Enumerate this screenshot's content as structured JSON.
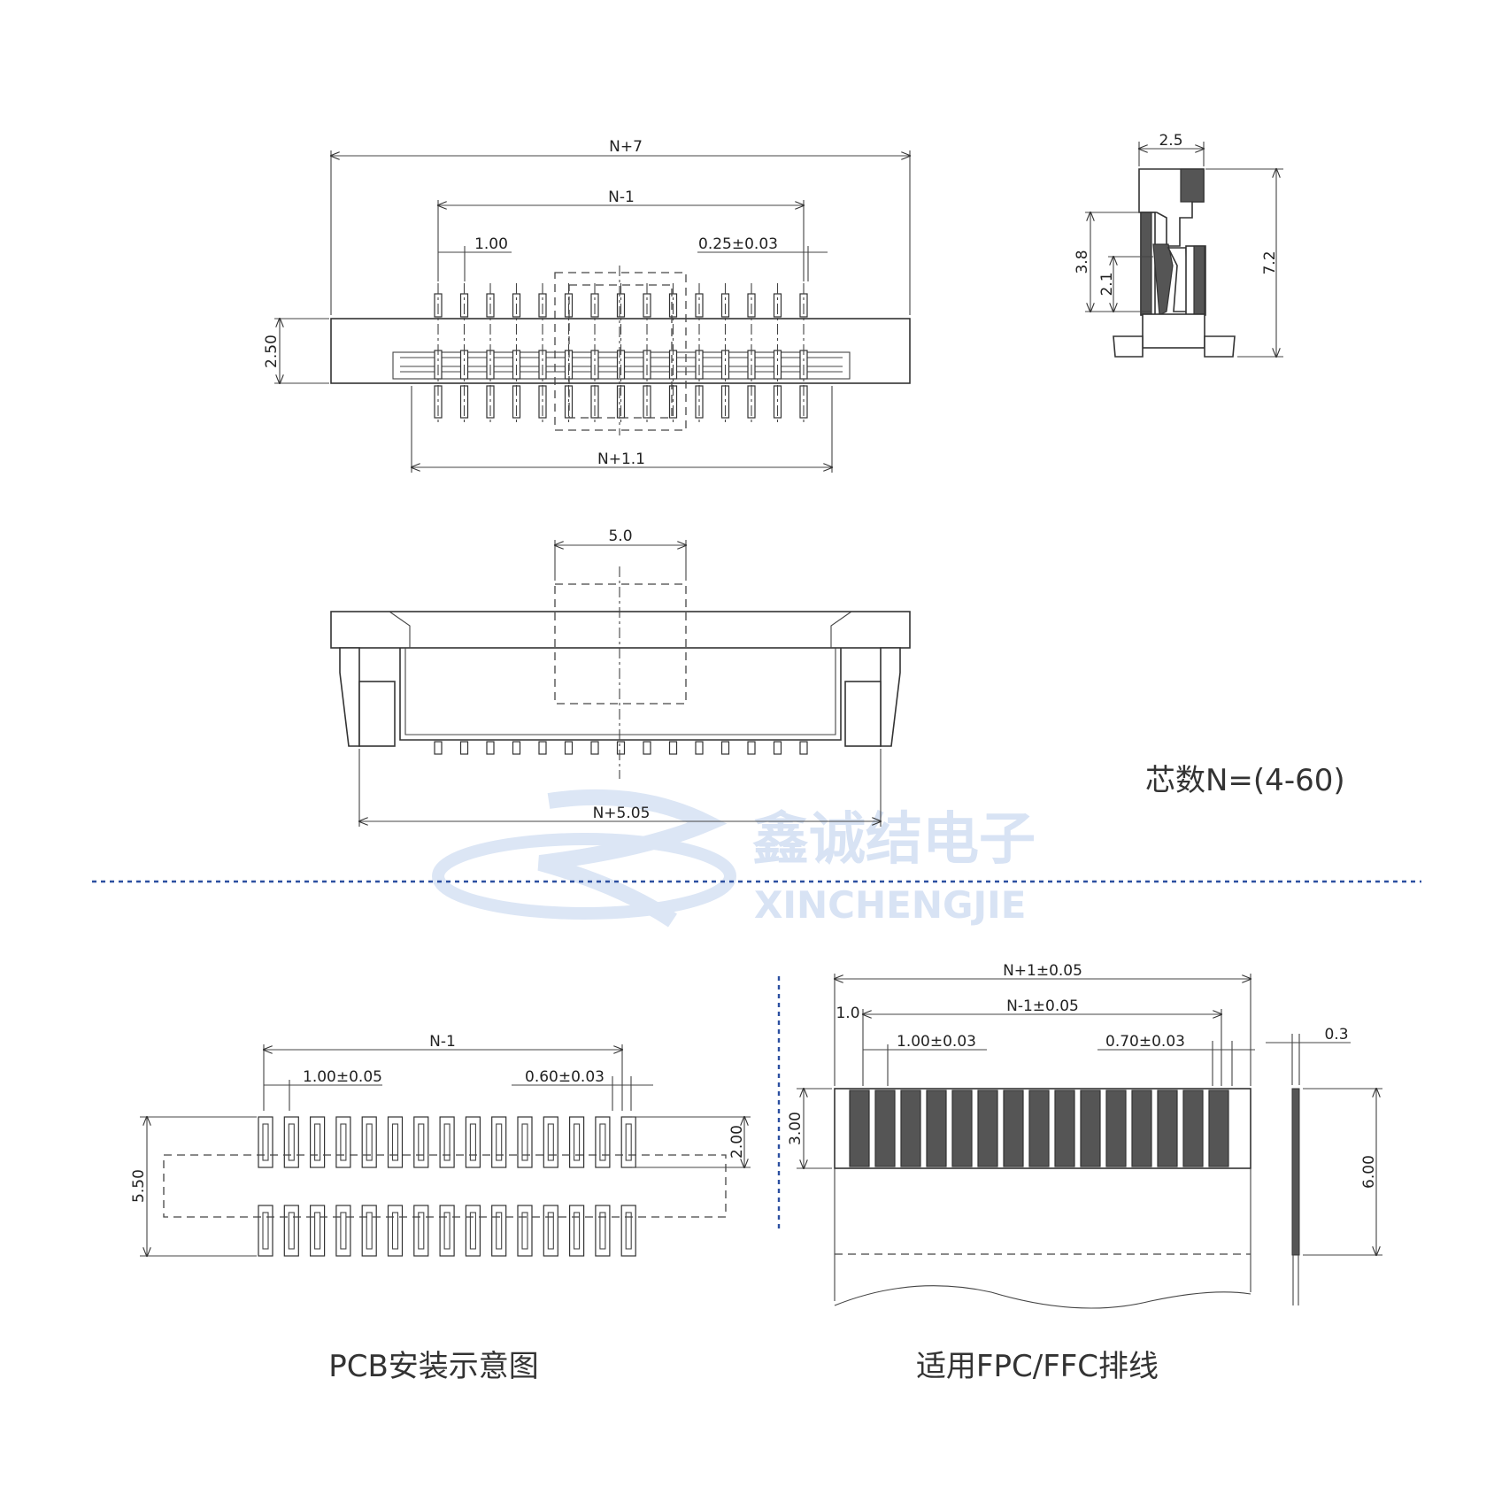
{
  "top_view": {
    "dims": {
      "overall": "N+7",
      "pitch_span": "N-1",
      "pitch": "1.00",
      "pin_width": "0.25±0.03",
      "height": "2.50",
      "bottom_span": "N+1.1"
    }
  },
  "side_view": {
    "dims": {
      "width": "2.5",
      "height_total": "7.2",
      "h1": "3.8",
      "h2": "2.1"
    }
  },
  "front_view": {
    "dims": {
      "cutout": "5.0",
      "width": "N+5.05"
    }
  },
  "pin_count_label": "芯数N=(4-60)",
  "watermark": {
    "cn": "鑫诚结电子",
    "en": "XINCHENGJIE"
  },
  "pcb_layout": {
    "dims": {
      "span": "N-1",
      "pitch": "1.00±0.05",
      "pad_width": "0.60±0.03",
      "row_gap": "2.00",
      "total_height": "5.50"
    },
    "caption": "PCB安装示意图"
  },
  "ffc": {
    "dims": {
      "overall": "N+1±0.05",
      "span": "N-1±0.05",
      "edge": "1.0",
      "pitch": "1.00±0.03",
      "conductor_width": "0.70±0.03",
      "contact_len": "3.00",
      "thickness": "0.3",
      "stiffener_len": "6.00"
    },
    "caption": "适用FPC/FFC排线"
  },
  "colors": {
    "line": "#333333",
    "separator": "#2c4fa0",
    "watermark": "#d8e3f4"
  }
}
